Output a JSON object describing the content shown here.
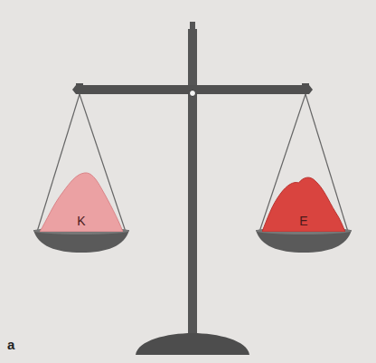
{
  "diagram": {
    "nodes": [
      {
        "text": [
          "K"
        ]
      },
      {
        "text": [
          "E"
        ]
      }
    ],
    "labels": [
      "a"
    ]
  }
}
